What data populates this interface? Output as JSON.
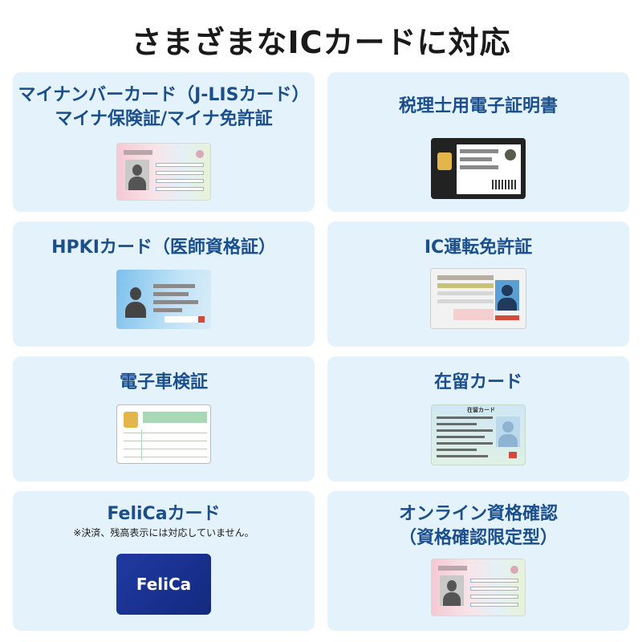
{
  "title": "さまざまなICカードに対応",
  "cards": [
    {
      "label_line1": "マイナンバーカード（J-LISカード）",
      "label_line2": "マイナ保険証/マイナ免許証"
    },
    {
      "label_line1": "税理士用電子証明書"
    },
    {
      "label_line1": "HPKIカード（医師資格証）"
    },
    {
      "label_line1": "IC運転免許証"
    },
    {
      "label_line1": "電子車検証"
    },
    {
      "label_line1": "在留カード",
      "card_text_header": "在留カード"
    },
    {
      "label_line1": "FeliCaカード",
      "note": "※決済、残高表示には対応していません。",
      "card_text": "FeliCa"
    },
    {
      "label_line1": "オンライン資格確認",
      "label_line2": "（資格確認限定型）"
    }
  ],
  "colors": {
    "label": "#1a4f8c",
    "cell_bg": "#e4f2fb",
    "felica_card": "#1a2a8a"
  }
}
